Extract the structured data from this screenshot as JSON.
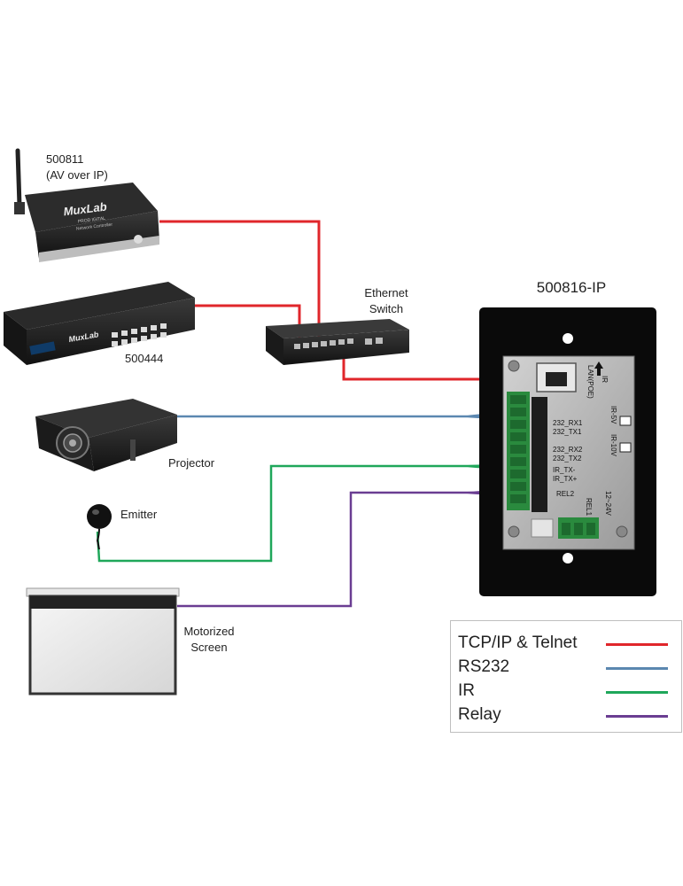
{
  "labels": {
    "controller_model": "500811",
    "controller_sub": "(AV over IP)",
    "controller_logo": "MuxLab",
    "controller_logo_sub": "PROD IGITAL",
    "controller_caption": "Network Controller",
    "matrix_model": "500444",
    "matrix_logo": "MuxLab",
    "switch_line1": "Ethernet",
    "switch_line2": "Switch",
    "projector": "Projector",
    "emitter": "Emitter",
    "screen_line1": "Motorized",
    "screen_line2": "Screen",
    "wallplate_title": "500816-IP"
  },
  "wallplate": {
    "lan": "LAN(POE)",
    "ir_arrow": "IR",
    "rx1": "232_RX1",
    "tx1": "232_TX1",
    "rx2": "232_RX2",
    "tx2": "232_TX2",
    "ir_tx_minus": "IR_TX-",
    "ir_tx_plus": "IR_TX+",
    "rel2": "REL2",
    "rel1": "REL1",
    "power": "12~24V",
    "ir5v": "IR-5V",
    "ir10v": "IR-10V"
  },
  "legend": [
    {
      "label": "TCP/IP & Telnet",
      "color": "#e0262b"
    },
    {
      "label": "RS232",
      "color": "#5b87b0"
    },
    {
      "label": "IR",
      "color": "#1fa75a"
    },
    {
      "label": "Relay",
      "color": "#6a3d92"
    }
  ],
  "colors": {
    "tcpip": "#e0262b",
    "rs232": "#5b87b0",
    "ir": "#1fa75a",
    "relay": "#6a3d92",
    "device_body": "#1b1b1b",
    "plate": "#0a0a0a",
    "module": "#b8b8b8"
  }
}
